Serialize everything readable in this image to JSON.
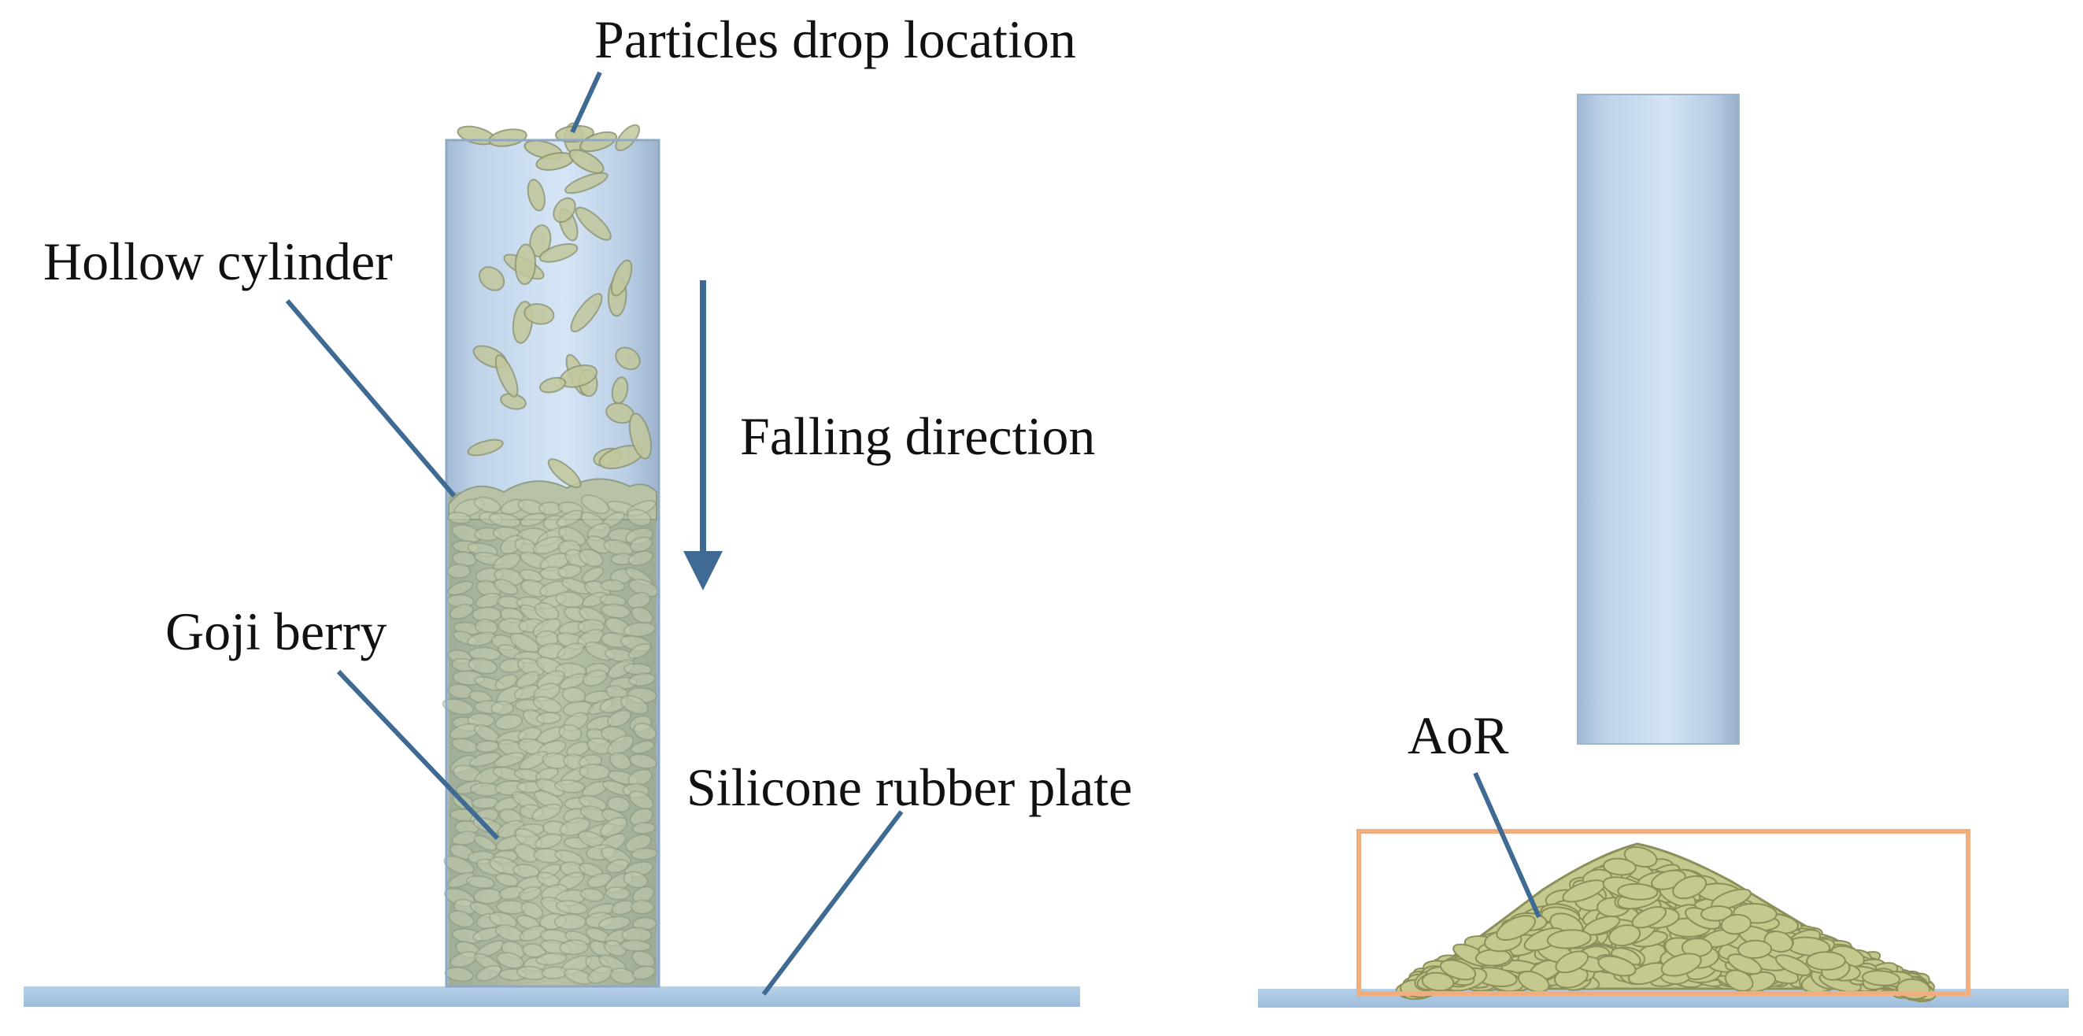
{
  "labels": {
    "drop_location": "Particles drop location",
    "hollow_cylinder": "Hollow cylinder",
    "falling_direction": "Falling direction",
    "goji_berry": "Goji berry",
    "silicone_plate": "Silicone rubber plate",
    "aor": "AoR"
  },
  "colors": {
    "leader_line": "#3f6a94",
    "cylinder": "#c9dbee",
    "plate": "#a8c5e0",
    "berry_fill": "#c6c98e",
    "berry_edge": "#8d8f5a",
    "aor_box": "#f0ad80"
  },
  "icons": {
    "arrow": "down-arrow-icon"
  }
}
